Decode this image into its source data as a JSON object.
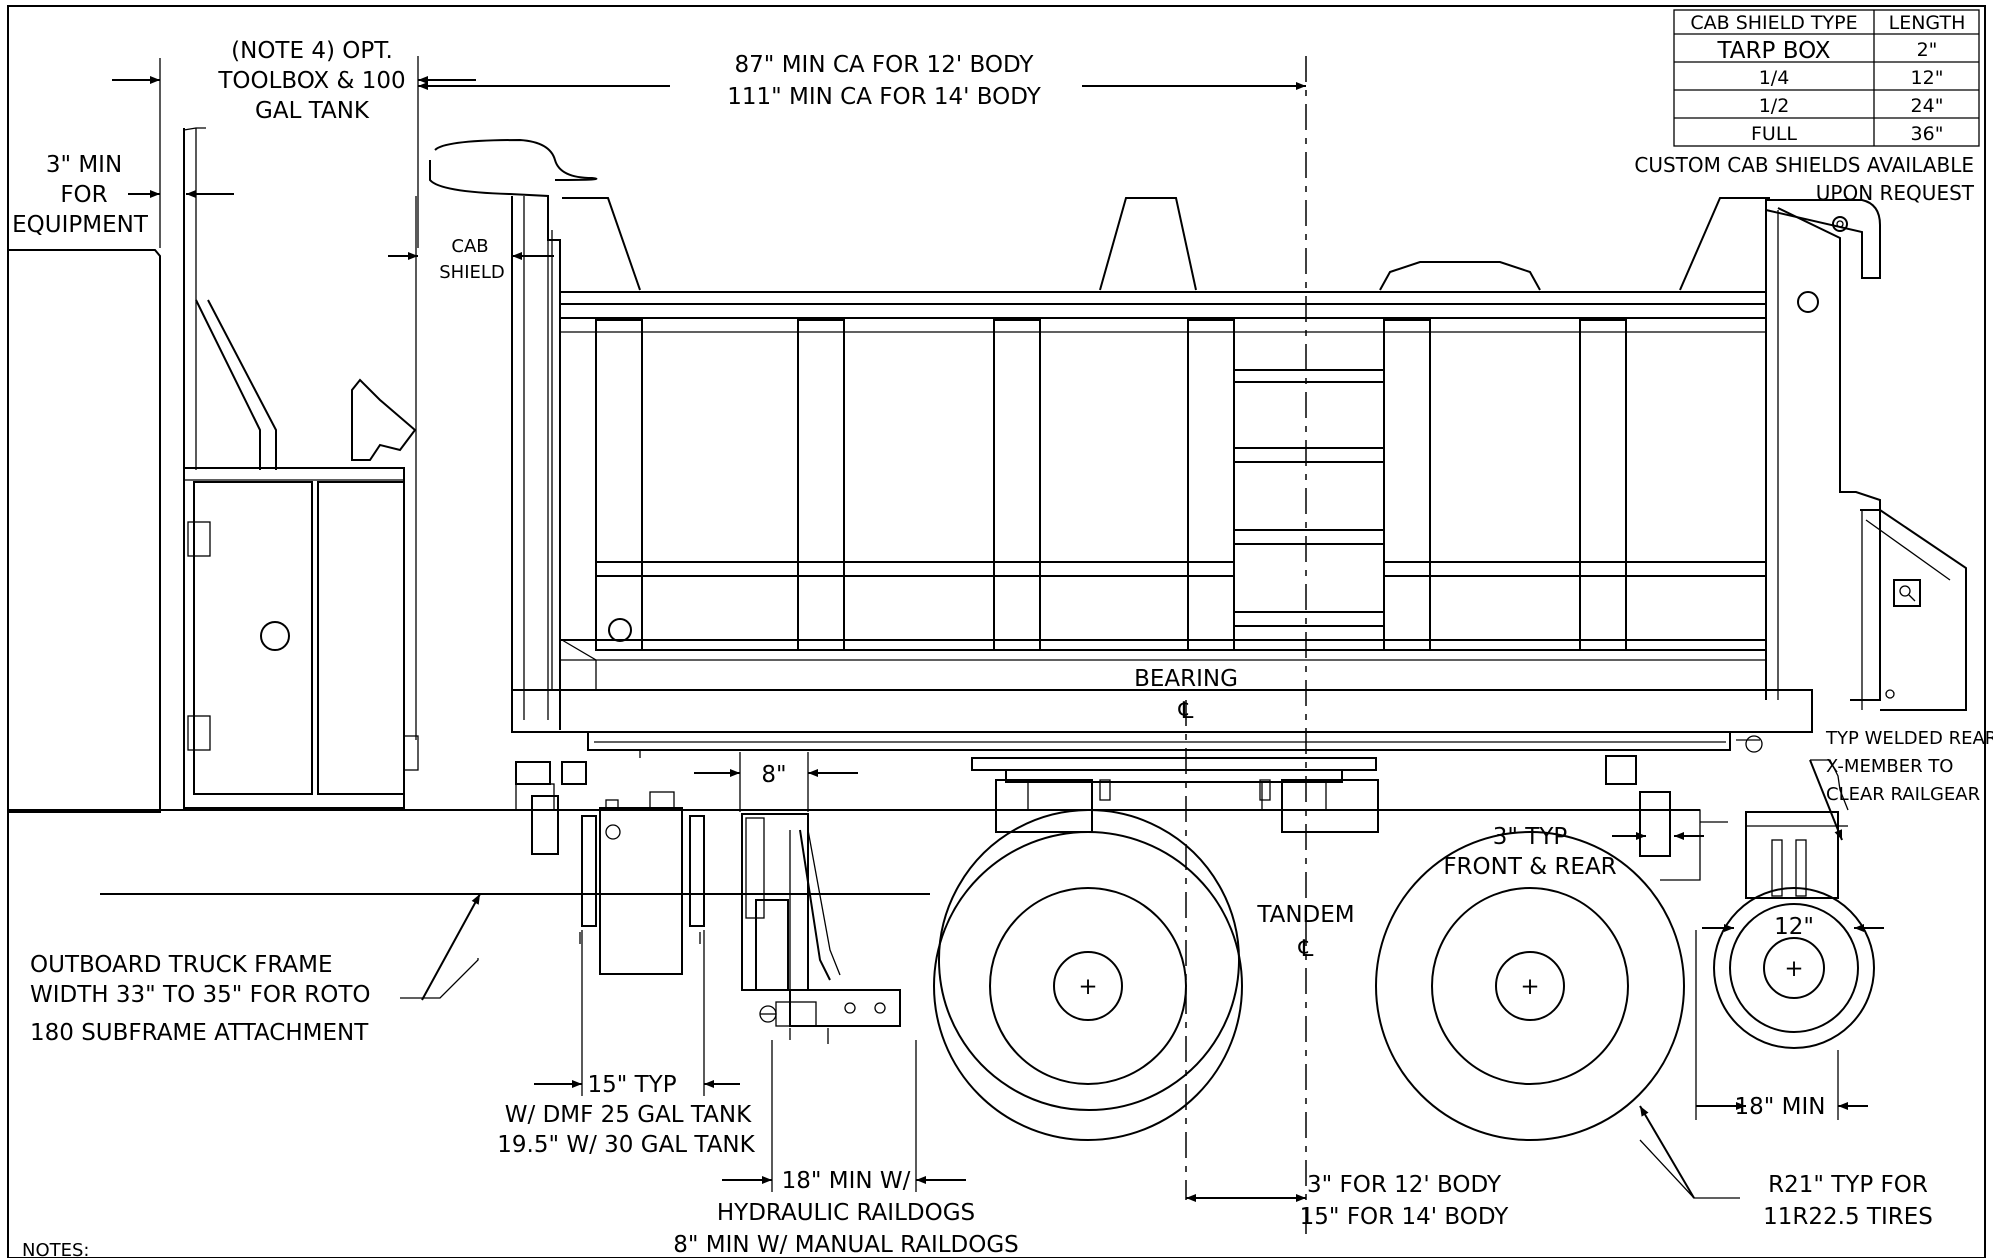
{
  "table": {
    "header": [
      "CAB SHIELD TYPE",
      "LENGTH"
    ],
    "rows": [
      [
        "TARP BOX",
        "2\""
      ],
      [
        "1/4",
        "12\""
      ],
      [
        "1/2",
        "24\""
      ],
      [
        "FULL",
        "36\""
      ]
    ],
    "note1": "CUSTOM CAB SHIELDS AVAILABLE",
    "note2": "UPON REQUEST"
  },
  "labels": {
    "toolbox1": "(NOTE 4) OPT.",
    "toolbox2": "TOOLBOX & 100",
    "toolbox3": "GAL TANK",
    "ca1": "87\" MIN CA FOR 12' BODY",
    "ca2": "111\" MIN CA FOR 14' BODY",
    "min1": "3\" MIN",
    "min2": "FOR",
    "min3": "EQUIPMENT",
    "cab1": "CAB",
    "cab2": "SHIELD",
    "bearing": "BEARING",
    "cl": "℄",
    "eight": "8\"",
    "tandem": "TANDEM",
    "threeTyp1": "3\" TYP",
    "threeTyp2": "FRONT & REAR",
    "welded1": "TYP WELDED REAR",
    "welded2": "X-MEMBER TO",
    "welded3": "CLEAR RAILGEAR",
    "twelve": "12\"",
    "eighteenMin": "18\" MIN",
    "outboard1": "OUTBOARD TRUCK FRAME",
    "outboard2": "WIDTH 33\" TO 35\" FOR ROTO",
    "outboard3": "180 SUBFRAME ATTACHMENT",
    "fifteen1": "15\" TYP",
    "fifteen2": "W/ DMF 25 GAL TANK",
    "fifteen3": "19.5\" W/ 30 GAL TANK",
    "rail1": "18\" MIN W/",
    "rail2": "HYDRAULIC RAILDOGS",
    "rail3": "8\" MIN  W/ MANUAL RAILDOGS",
    "body1": "3\" FOR 12' BODY",
    "body2": "15\" FOR 14' BODY",
    "r21a": "R21\" TYP FOR",
    "r21b": "11R22.5 TIRES",
    "notes": "NOTES:"
  },
  "icons": {
    "arrow": "filled-triangle-arrow",
    "hub": "plus-hub-marker"
  }
}
